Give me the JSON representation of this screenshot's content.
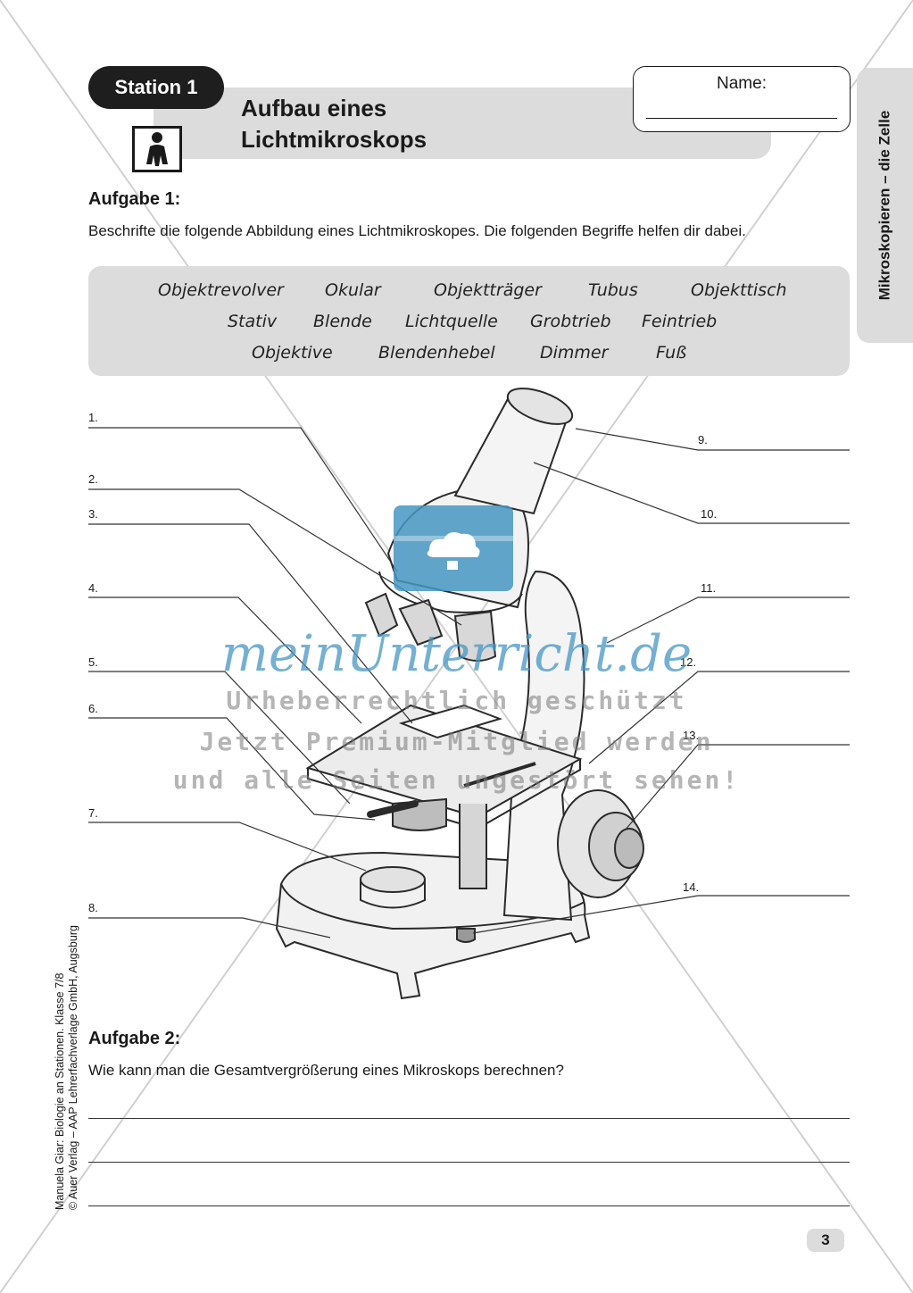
{
  "header": {
    "station": "Station 1",
    "title_line1": "Aufbau eines",
    "title_line2": "Lichtmikroskops",
    "name_label": "Name:"
  },
  "side_tab": "Mikroskopieren – die Zelle",
  "task1": {
    "heading": "Aufgabe 1:",
    "instruction": "Beschrifte die folgende Abbildung eines Lichtmikroskopes. Die folgenden Begriffe helfen dir dabei."
  },
  "terms": [
    "Objektrevolver",
    "Okular",
    "Objektträger",
    "Tubus",
    "Objekttisch",
    "Stativ",
    "Blende",
    "Lichtquelle",
    "Grobtrieb",
    "Feintrieb",
    "Objektive",
    "Blendenhebel",
    "Dimmer",
    "Fuß"
  ],
  "labels": [
    "1.",
    "2.",
    "3.",
    "4.",
    "5.",
    "6.",
    "7.",
    "8.",
    "9.",
    "10.",
    "11.",
    "12.",
    "13.",
    "14."
  ],
  "task2": {
    "heading": "Aufgabe 2:",
    "question": "Wie kann man die Gesamtvergrößerung eines Mikroskops berechnen?"
  },
  "footer": {
    "line1": "Manuela Giar: Biologie an Stationen. Klasse 7/8",
    "line2": "© Auer Verlag – AAP Lehrerfachverlage GmbH, Augsburg",
    "page": "3"
  },
  "watermark": {
    "logo": "meinUnterricht.de",
    "line1": "Urheberrechtlich geschützt",
    "line2": "Jetzt Premium-Mitglied werden",
    "line3": "und alle Seiten ungestört sehen!"
  },
  "colors": {
    "accent_gray": "#dcdcdc",
    "watermark_blue": "#4a96c3"
  }
}
